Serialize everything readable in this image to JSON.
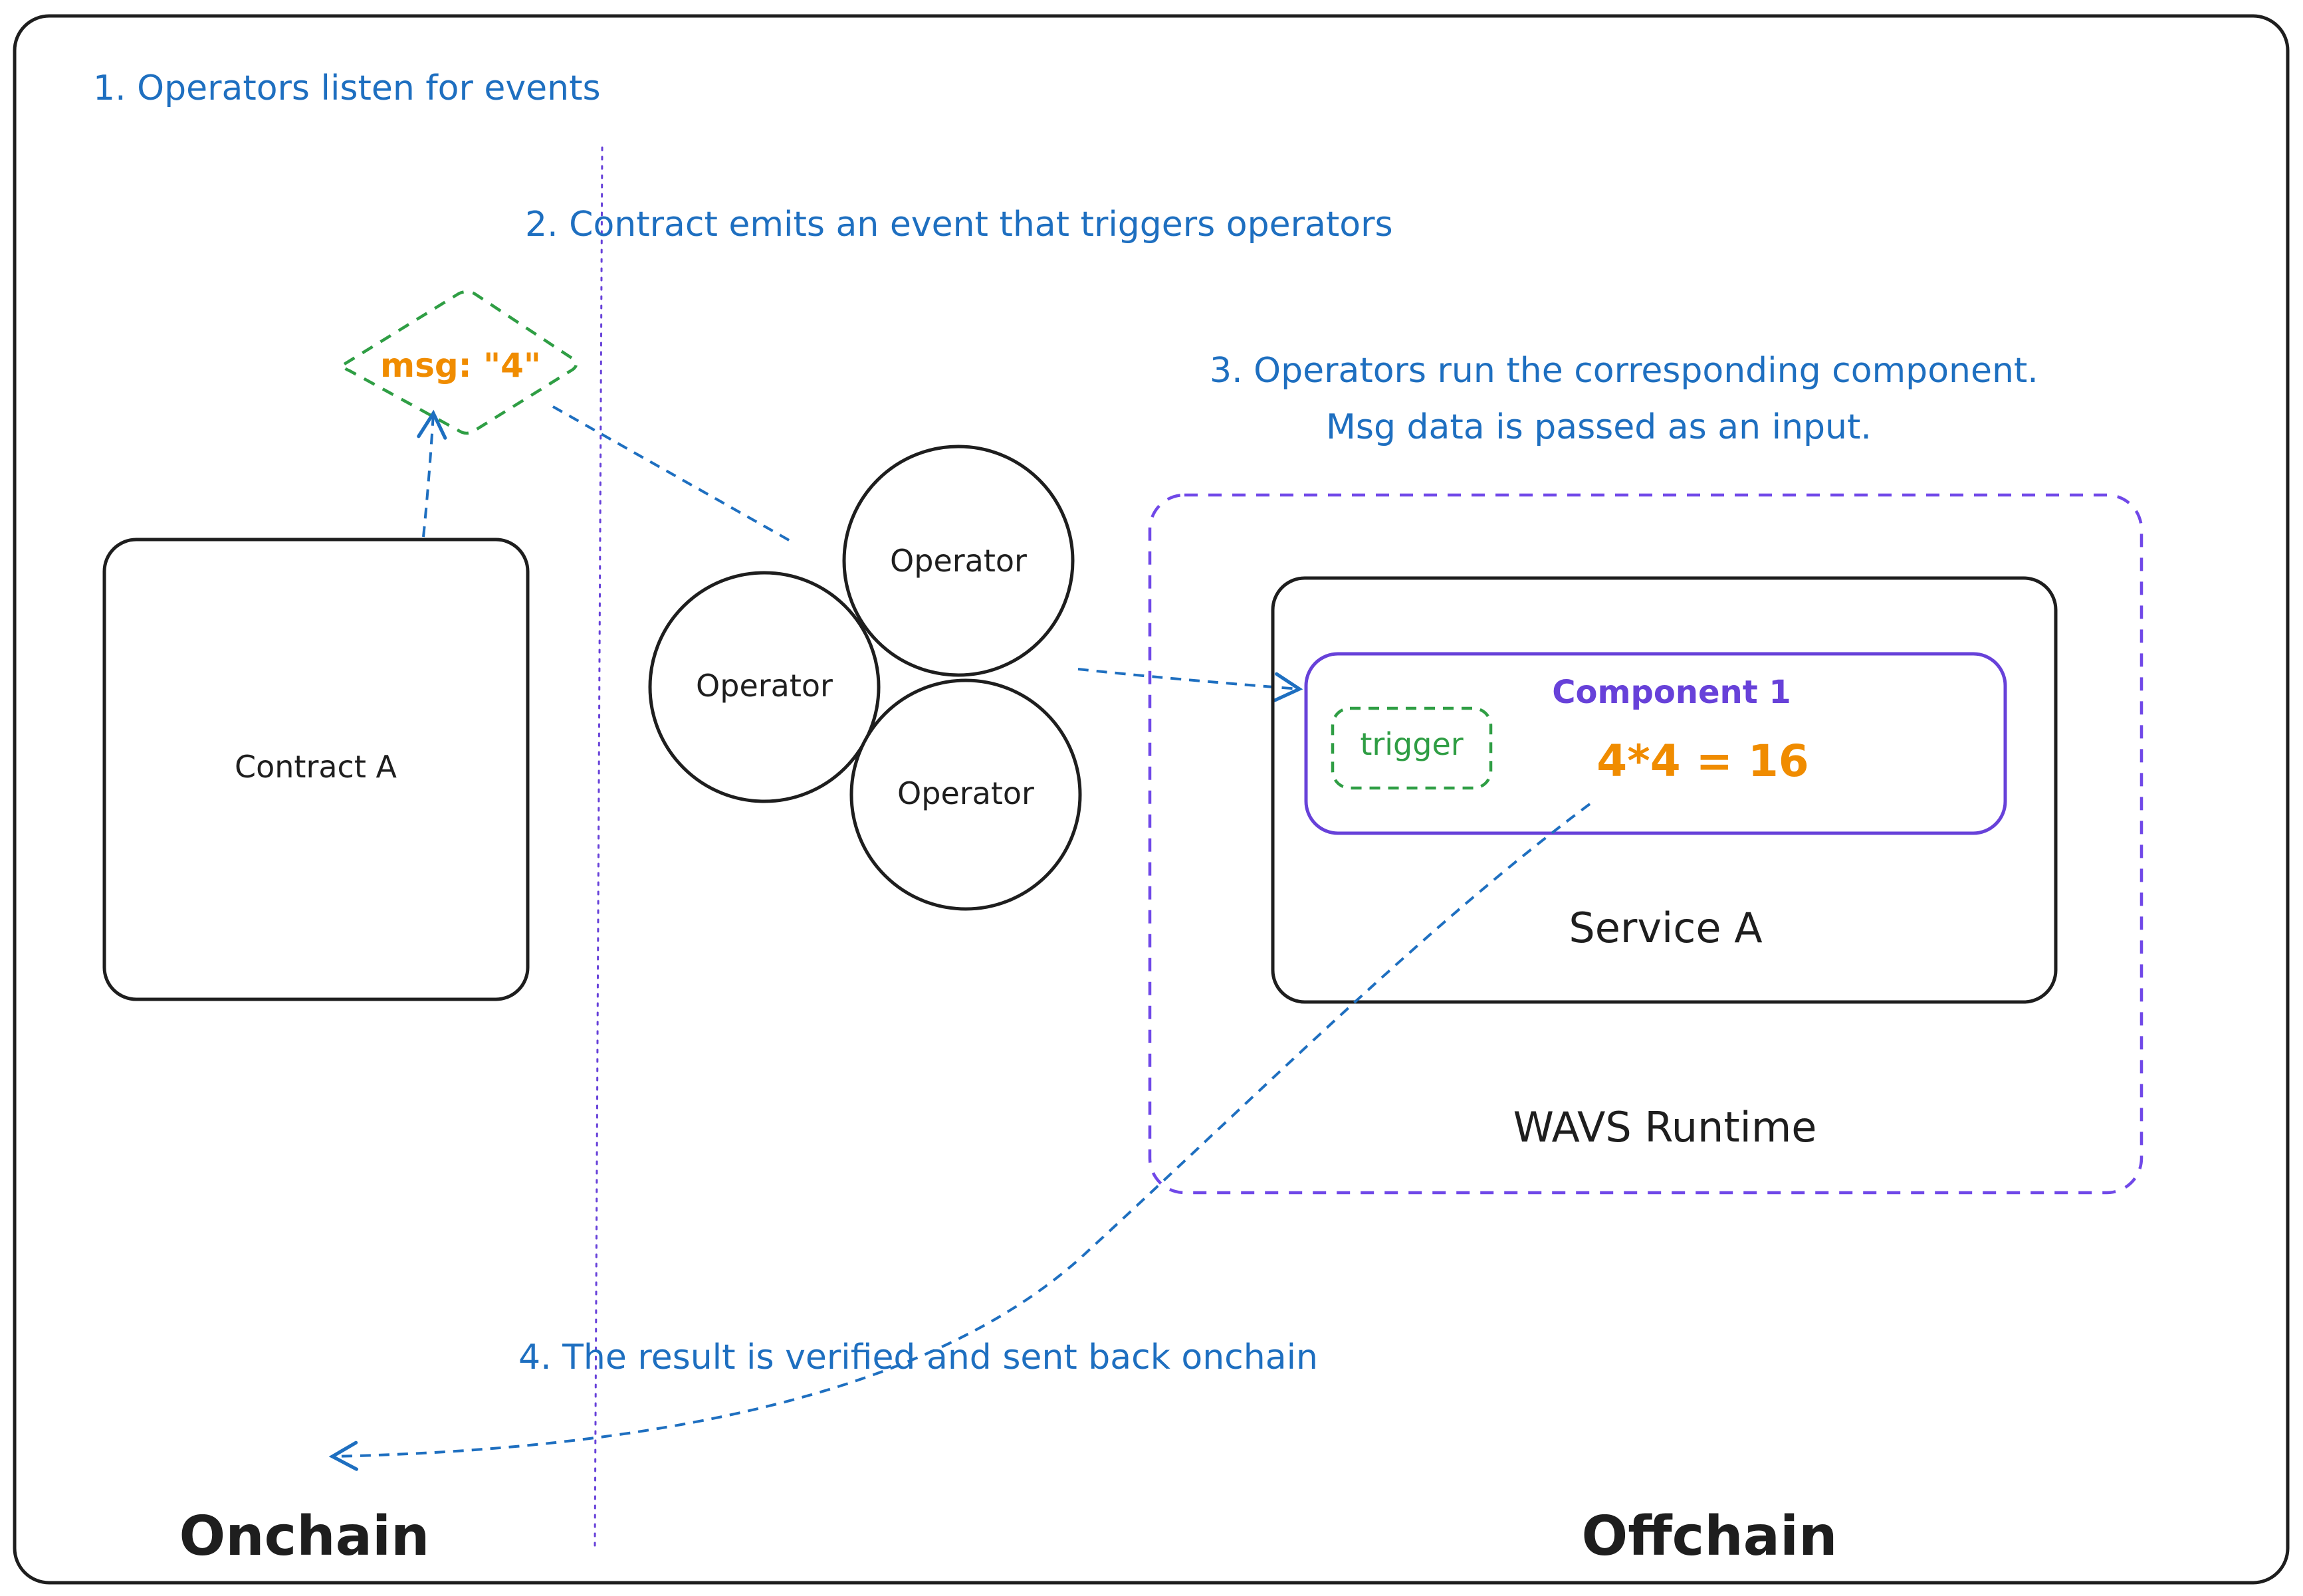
{
  "steps": {
    "step1": "1. Operators listen for events",
    "step2": "2. Contract emits an event that triggers operators",
    "step3_line1": "3. Operators run the corresponding component.",
    "step3_line2": "Msg data is passed as an input.",
    "step4": "4. The result is verified and sent back onchain"
  },
  "message": "msg: \"4\"",
  "contract_label": "Contract A",
  "operators": [
    "Operator",
    "Operator",
    "Operator"
  ],
  "component": {
    "title": "Component 1",
    "trigger_label": "trigger",
    "computation": "4*4 = 16"
  },
  "service_label": "Service A",
  "runtime_label": "WAVS Runtime",
  "regions": {
    "left": "Onchain",
    "right": "Offchain"
  },
  "colors": {
    "step_text": "#1e6fc0",
    "arrow": "#1e6fc0",
    "message_text": "#f08c00",
    "message_border": "#2f9e44",
    "trigger": "#2f9e44",
    "component_border": "#6741d9",
    "runtime_border": "#7048e8",
    "divider": "#6741d9",
    "stroke": "#1e1e1e"
  }
}
